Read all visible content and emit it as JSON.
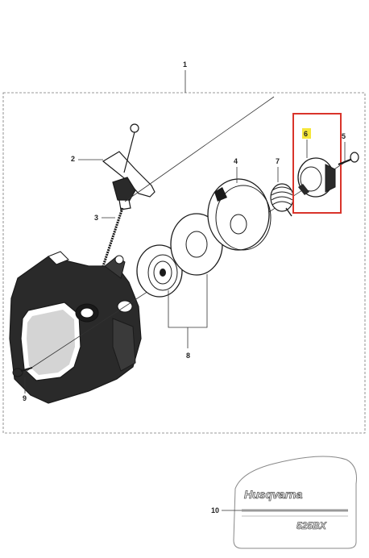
{
  "callouts": [
    {
      "id": "1",
      "label": "1"
    },
    {
      "id": "2",
      "label": "2"
    },
    {
      "id": "3",
      "label": "3"
    },
    {
      "id": "4",
      "label": "4"
    },
    {
      "id": "5",
      "label": "5"
    },
    {
      "id": "6",
      "label": "6"
    },
    {
      "id": "7",
      "label": "7"
    },
    {
      "id": "8",
      "label": "8"
    },
    {
      "id": "9",
      "label": "9"
    },
    {
      "id": "10",
      "label": "10"
    }
  ],
  "highlight": {
    "part": "6",
    "box_color": "#d9342b",
    "label_bg": "#f5e63a"
  },
  "decal": {
    "brand": "Husqvarna",
    "model": "525BX"
  }
}
